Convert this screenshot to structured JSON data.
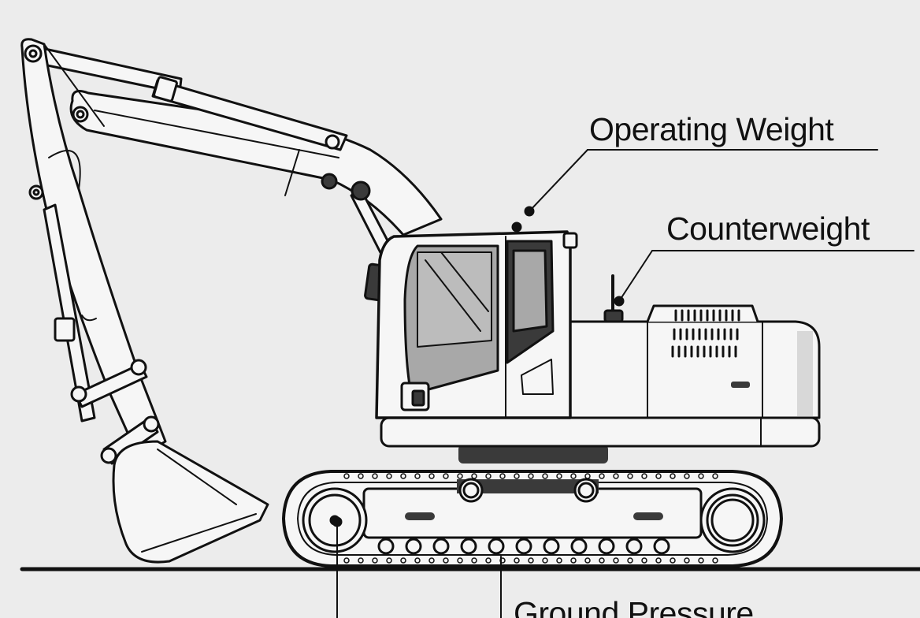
{
  "labels": {
    "operating_weight": "Operating Weight",
    "counterweight": "Counterweight",
    "ground_pressure": "Ground Pressure"
  },
  "colors": {
    "background": "#ececec",
    "line": "#111111",
    "body_fill": "#f6f6f6",
    "glass": "#a8a8a8",
    "dark": "#3a3a3a"
  }
}
